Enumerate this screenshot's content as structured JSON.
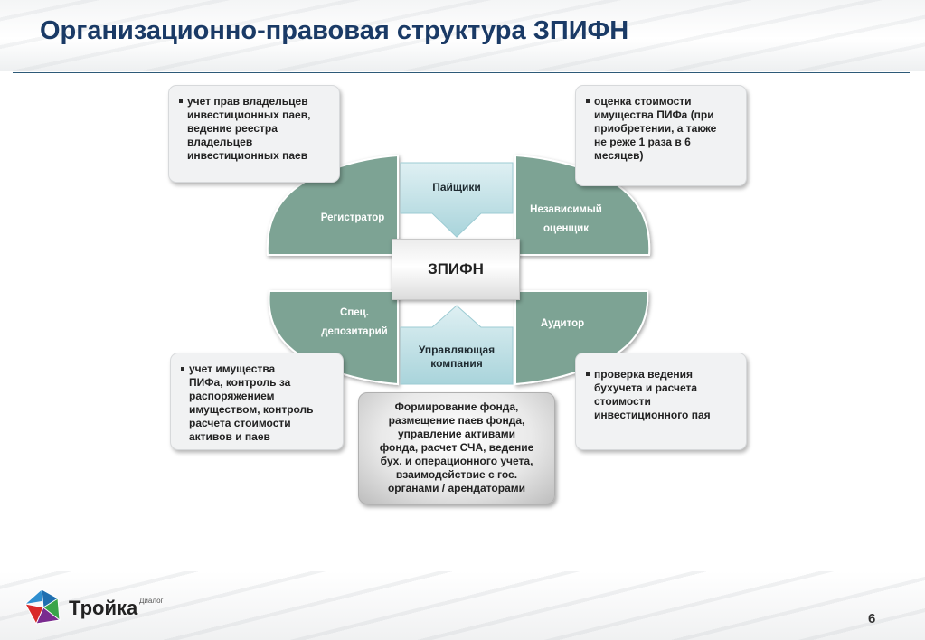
{
  "header": {
    "title": "Организационно-правовая структура ЗПИФН"
  },
  "diagram": {
    "center": "ЗПИФН",
    "roles": {
      "registrar": "Регистратор",
      "appraiser_line1": "Независимый",
      "appraiser_line2": "оценщик",
      "depositary_line1": "Спец.",
      "depositary_line2": "депозитарий",
      "auditor": "Аудитор"
    },
    "shareholders": "Пайщики",
    "management_line1": "Управляющая",
    "management_line2": "компания",
    "notes": {
      "registrar": [
        "учет прав владельцев",
        "инвестиционных паев,",
        "ведение реестра",
        "владельцев",
        "инвестиционных паев"
      ],
      "appraiser": [
        "оценка стоимости",
        "имущества ПИФа (при",
        "приобретении, а также",
        "не реже 1 раза в 6",
        "месяцев)"
      ],
      "depositary": [
        "учет имущества",
        "ПИФа, контроль за",
        "распоряжением",
        "имуществом, контроль",
        "расчета стоимости",
        "активов и паев"
      ],
      "auditor": [
        "проверка ведения",
        "бухучета и расчета",
        "стоимости",
        "инвестиционного пая"
      ]
    },
    "management_duties": [
      "Формирование фонда,",
      "размещение паев фонда,",
      "управление активами",
      "фонда, расчет СЧА, ведение",
      "бух. и операционного учета,",
      "взаимодействие с гос.",
      "органами / арендаторами"
    ]
  },
  "footer": {
    "brand": "Тройка",
    "brand_sub": "Диалог",
    "page_number": "6"
  },
  "colors": {
    "title": "#1a3a66",
    "petal": "#7da394",
    "petal_border": "#ffffff",
    "tab": "#bfe1e6",
    "arrow": "#b9dfe4"
  }
}
